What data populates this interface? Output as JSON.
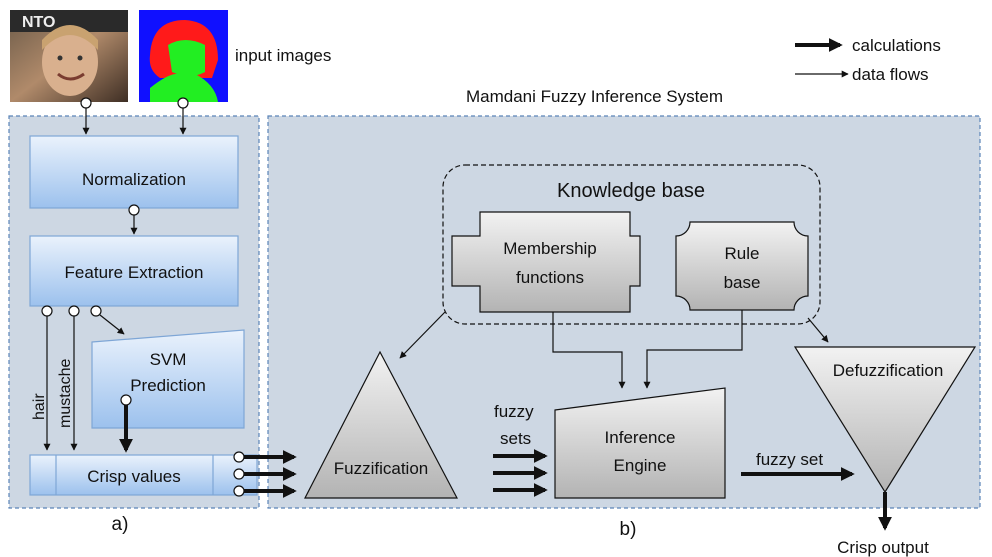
{
  "input_images_label": "input images",
  "legend": {
    "thick": "calculations",
    "thin": "data flows"
  },
  "mamdani_title": "Mamdani Fuzzy Inference System",
  "blocks": {
    "normalization": "Normalization",
    "feature_extraction": "Feature Extraction",
    "svm_line1": "SVM",
    "svm_line2": "Prediction",
    "crisp_values": "Crisp values",
    "knowledge_base": "Knowledge base",
    "membership_line1": "Membership",
    "membership_line2": "functions",
    "rule_line1": "Rule",
    "rule_line2": "base",
    "fuzzification": "Fuzzification",
    "inference_line1": "Inference",
    "inference_line2": "Engine",
    "defuzzification": "Defuzzification"
  },
  "edge_labels": {
    "hair": "hair",
    "mustache": "mustache",
    "fuzzy_sets_line1": "fuzzy",
    "fuzzy_sets_line2": "sets",
    "fuzzy_set": "fuzzy set",
    "crisp_output": "Crisp output"
  },
  "panel_labels": {
    "a": "a)",
    "b": "b)"
  },
  "colors": {
    "panel_bg": "#cdd7e3",
    "panel_border": "#5b84b8",
    "box_fill_top": "#eaf2fc",
    "box_fill_bottom": "#9cc1ed",
    "gray_top": "#f2f2f2",
    "gray_bottom": "#b3b3b3",
    "skin_blue": "#1010ff",
    "skin_red": "#ff1a1a",
    "skin_green": "#22ee22"
  },
  "icons": [
    "photo-thumbnail",
    "segmentation-map-thumbnail"
  ]
}
